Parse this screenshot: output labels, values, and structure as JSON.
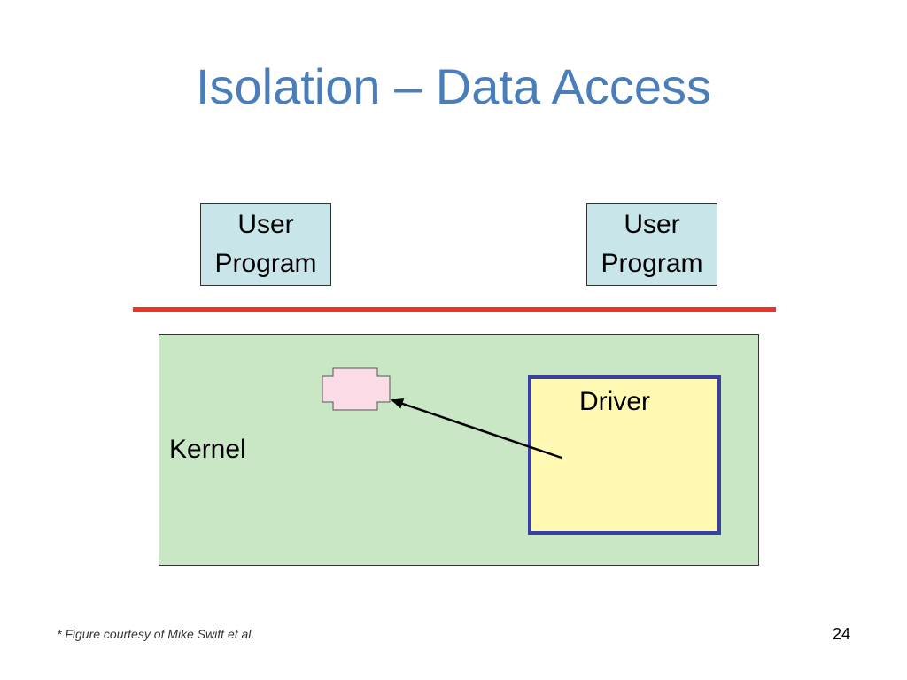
{
  "slide": {
    "title": "Isolation – Data Access",
    "footnote": "* Figure courtesy of Mike Swift et al.",
    "page_number": "24"
  },
  "diagram": {
    "user_programs": [
      {
        "line1": "User",
        "line2": "Program"
      },
      {
        "line1": "User",
        "line2": "Program"
      }
    ],
    "kernel_label": "Kernel",
    "driver_label": "Driver"
  },
  "colors": {
    "title": "#4a7ebb",
    "user_program_fill": "#c8e6ea",
    "boundary_line": "#ee3322",
    "kernel_fill": "#c9e6c5",
    "driver_fill": "#fff9b4",
    "driver_border": "#3a40a0",
    "data_object_fill": "#fbdbe6"
  }
}
